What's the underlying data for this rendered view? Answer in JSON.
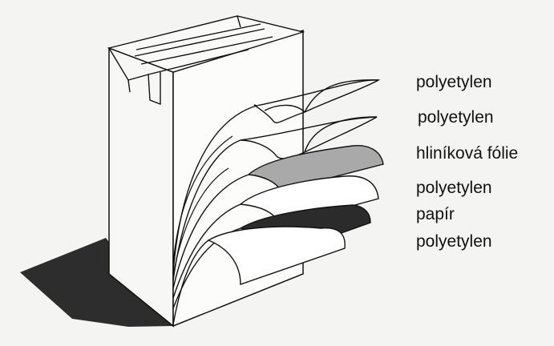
{
  "layers": [
    {
      "label": "polyetylen",
      "fill": "#ffffff"
    },
    {
      "label": "polyetylen",
      "fill": "#ffffff"
    },
    {
      "label": "hliníková fólie",
      "fill": "#a9a9a9"
    },
    {
      "label": "polyetylen",
      "fill": "#ffffff"
    },
    {
      "label": "papír",
      "fill": "#2b2b2b"
    },
    {
      "label": "polyetylen",
      "fill": "#ffffff"
    }
  ],
  "colors": {
    "background": "#f4f4f2",
    "shadow": "#2d2d2d",
    "carton": "#fafafa",
    "stroke": "#111111"
  }
}
